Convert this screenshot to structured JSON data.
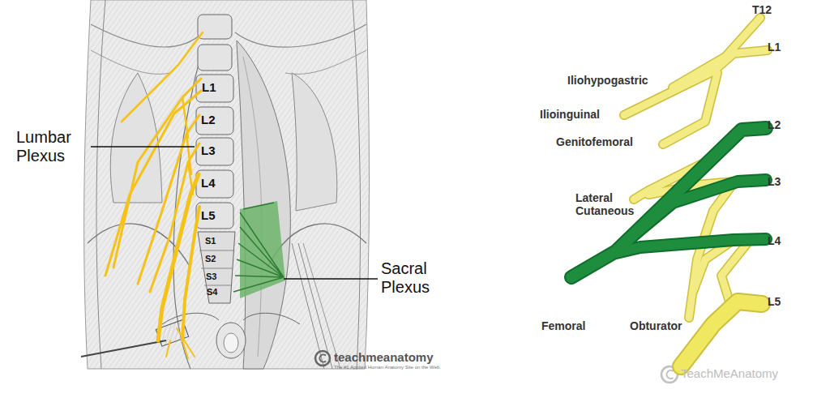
{
  "diagram": {
    "labels": [
      "L1",
      "L2",
      "L3",
      "L4",
      "L5",
      "S1",
      "S2",
      "S3",
      "S4",
      "Lumbar Plexus",
      "Sacral Plexus",
      "teachmeanatomy",
      "The #1 Applied Human Anatomy Site on the Web.",
      "T12",
      "L1",
      "Iliohypogastric",
      "Ilioinguinal",
      "Genitofemoral",
      "L2",
      "L3",
      "Lateral Cutaneous",
      "L4",
      "Femoral",
      "Obturator",
      "L5",
      "TeachMeAnatomy"
    ]
  }
}
